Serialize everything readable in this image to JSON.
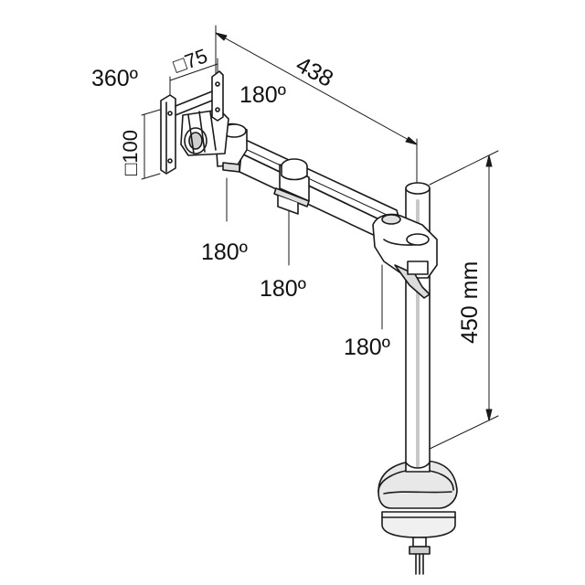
{
  "labels": {
    "rotation_360": "360º",
    "vesa_width": "□75",
    "vesa_height": "□100",
    "arm_length": "438",
    "pole_height": "450 mm",
    "tilt_top": "180º",
    "swivel_head": "180º",
    "swivel_mid": "180º",
    "swivel_base": "180º"
  }
}
